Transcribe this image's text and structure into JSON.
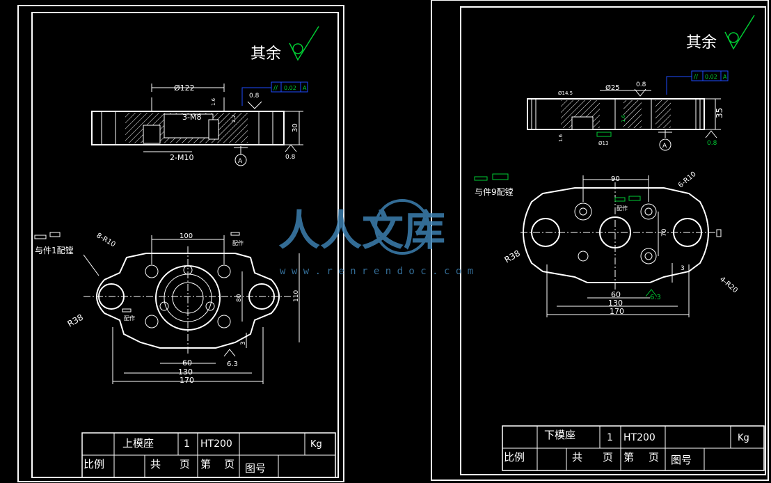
{
  "sheets": [
    {
      "surface_note": "其余",
      "section": {
        "dim_width": "Ø122",
        "dim_height": "30",
        "thread_top": "3-M8",
        "thread_bottom": "2-M10",
        "tolerance": "0.02",
        "datum": "A",
        "roughness_top": "0.8",
        "roughness_right": "0.8",
        "roughness_side": "1.6",
        "small_dim": "2.2"
      },
      "plan": {
        "dim_100": "100",
        "dim_60": "60",
        "dim_130": "130",
        "dim_170": "170",
        "dim_110": "110",
        "dim_80": "80",
        "dim_3": "3",
        "fillet": "8-R10",
        "radius": "R38",
        "note_mate": "与件1配镗",
        "note_pin": "配作",
        "roughness": "6.3",
        "roughness_small": "6.3"
      },
      "title_block": {
        "part_name": "上模座",
        "qty": "1",
        "material": "HT200",
        "unit": "Kg",
        "scale_label": "比例",
        "total_label": "共",
        "page_label": "页",
        "sheet_label": "第",
        "page_label2": "页",
        "drawing_no_label": "图号"
      }
    },
    {
      "surface_note": "其余",
      "section": {
        "dim_width": "Ø25",
        "dim_height": "35",
        "dim_hole": "Ø14.5",
        "dim_hole2": "Ø13",
        "tolerance": "0.02",
        "datum": "A",
        "roughness_top": "0.8",
        "roughness_right": "0.8",
        "roughness_side": "1.6",
        "roughness_mid": "1.6"
      },
      "plan": {
        "dim_90": "90",
        "dim_60": "60",
        "dim_130": "130",
        "dim_170": "170",
        "dim_70": "70",
        "dim_3": "3",
        "fillet_top": "6-R10",
        "fillet_bottom": "4-R20",
        "radius": "R38",
        "note_mate": "与件9配镗",
        "note_pin": "配作",
        "roughness": "6.3"
      },
      "title_block": {
        "part_name": "下模座",
        "qty": "1",
        "material": "HT200",
        "unit": "Kg",
        "scale_label": "比例",
        "total_label": "共",
        "page_label": "页",
        "sheet_label": "第",
        "page_label2": "页",
        "drawing_no_label": "图号"
      }
    }
  ],
  "watermark": {
    "brand": "人人文库",
    "url": "w w w . r e n r e n d o c . c o m"
  },
  "colors": {
    "background": "#000000",
    "line": "#ffffff",
    "tolerance_frame": "#1e4bff",
    "annotation": "#00cc33",
    "watermark": "#3d7fb0"
  }
}
